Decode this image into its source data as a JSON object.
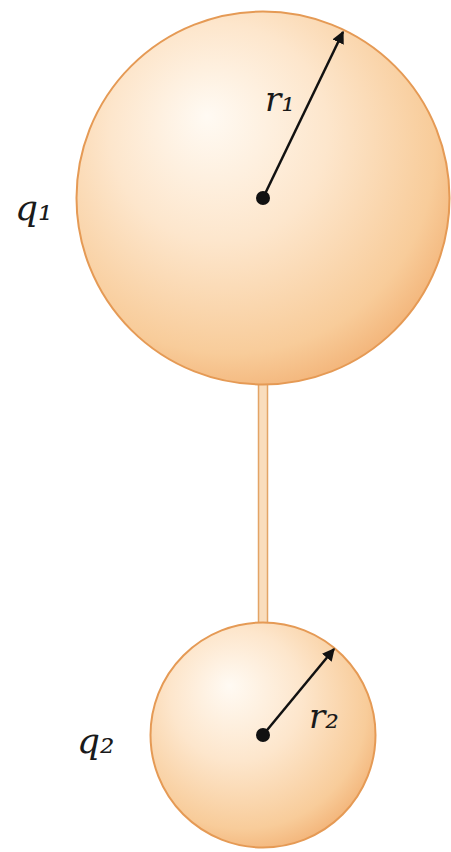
{
  "diagram": {
    "nodes": [
      {
        "text": [
          "q₁",
          "r₁"
        ]
      },
      {
        "text": [
          "q₂",
          "r₂"
        ]
      }
    ],
    "edges": [
      {
        "from": 0,
        "to": 1,
        "arrow": "none"
      }
    ]
  }
}
